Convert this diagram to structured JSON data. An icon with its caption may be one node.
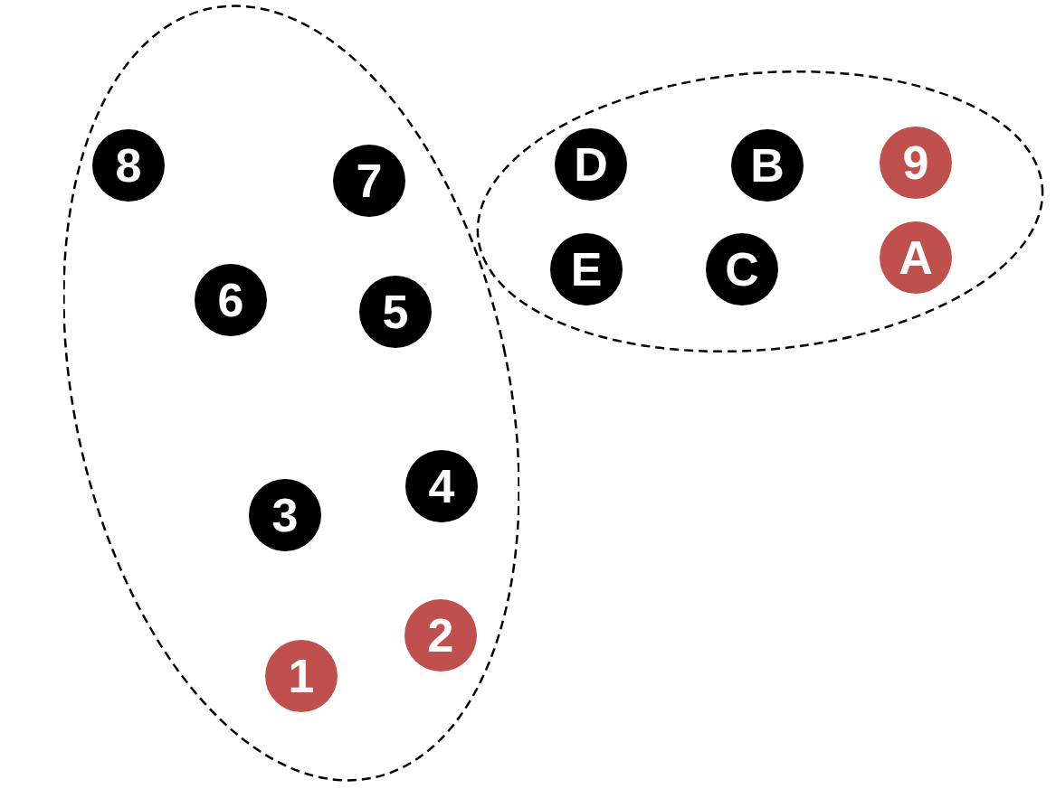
{
  "diagram": {
    "nodes": [
      {
        "text": [],
        "shape": "ellipse"
      },
      {
        "text": [
          "8"
        ],
        "in": 0
      },
      {
        "text": [
          "7"
        ],
        "in": 0
      },
      {
        "text": [
          "6"
        ],
        "in": 0
      },
      {
        "text": [
          "5"
        ],
        "in": 0
      },
      {
        "text": [
          "4"
        ],
        "in": 0
      },
      {
        "text": [
          "3"
        ],
        "in": 0
      },
      {
        "text": [
          "2"
        ],
        "in": 0
      },
      {
        "text": [
          "1"
        ],
        "in": 0
      },
      {
        "text": [],
        "shape": "ellipse"
      },
      {
        "text": [
          "D"
        ],
        "in": 9
      },
      {
        "text": [
          "B"
        ],
        "in": 9
      },
      {
        "text": [
          "9"
        ],
        "in": 9
      },
      {
        "text": [
          "E"
        ],
        "in": 9
      },
      {
        "text": [
          "C"
        ],
        "in": 9
      },
      {
        "text": [
          "A"
        ],
        "in": 9
      }
    ],
    "edges": []
  }
}
